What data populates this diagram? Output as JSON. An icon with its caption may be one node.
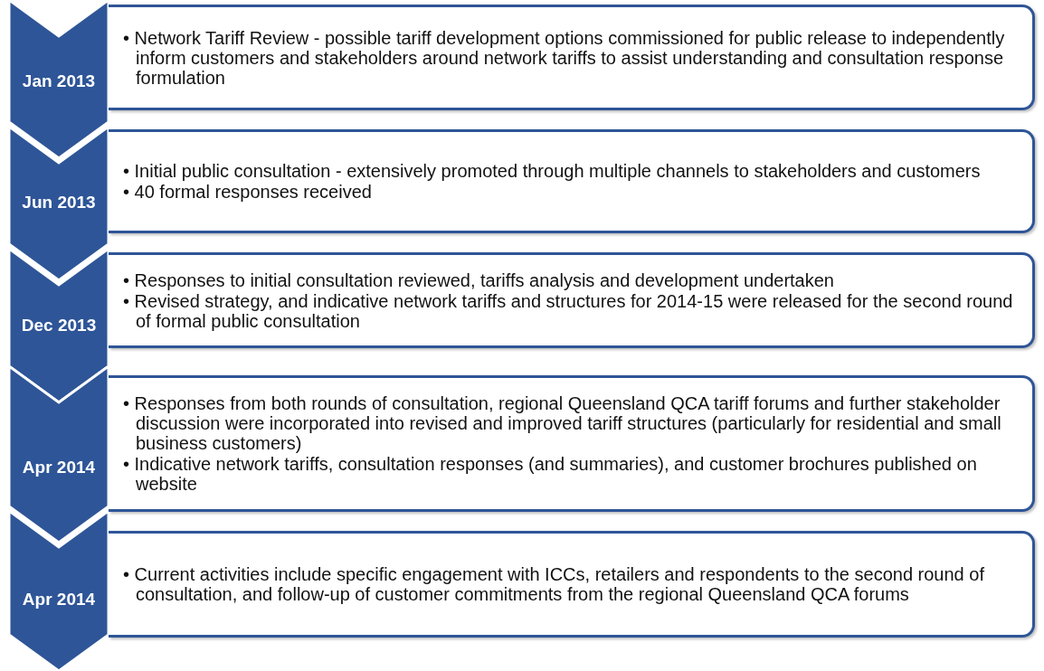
{
  "diagram": {
    "nodes": [
      {
        "text": [
          "Jan 2013"
        ]
      },
      {
        "text": [
          "• Network Tariff Review - possible tariff development options commissioned for public release to independently inform customers and stakeholders around network tariffs to assist understanding and consultation response formulation"
        ]
      },
      {
        "text": [
          "Jun 2013"
        ]
      },
      {
        "text": [
          "• Initial public consultation - extensively promoted through multiple channels to stakeholders and customers",
          "• 40 formal responses received"
        ]
      },
      {
        "text": [
          "Dec 2013"
        ]
      },
      {
        "text": [
          "• Responses to initial consultation reviewed, tariffs analysis and development undertaken",
          "• Revised strategy, and indicative network tariffs and structures for 2014-15 were released for the second round of formal public consultation"
        ]
      },
      {
        "text": [
          "Apr 2014"
        ]
      },
      {
        "text": [
          "• Responses from both rounds of consultation, regional Queensland QCA tariff forums and further stakeholder discussion were incorporated into revised and improved tariff structures (particularly for residential and small business customers)",
          "• Indicative network tariffs, consultation responses (and summaries), and customer brochures published on website"
        ]
      },
      {
        "text": [
          "Apr 2014"
        ]
      },
      {
        "text": [
          "• Current activities include specific engagement with ICCs, retailers and respondents to the second round of consultation, and follow-up of customer commitments from the regional Queensland QCA forums"
        ]
      }
    ]
  }
}
